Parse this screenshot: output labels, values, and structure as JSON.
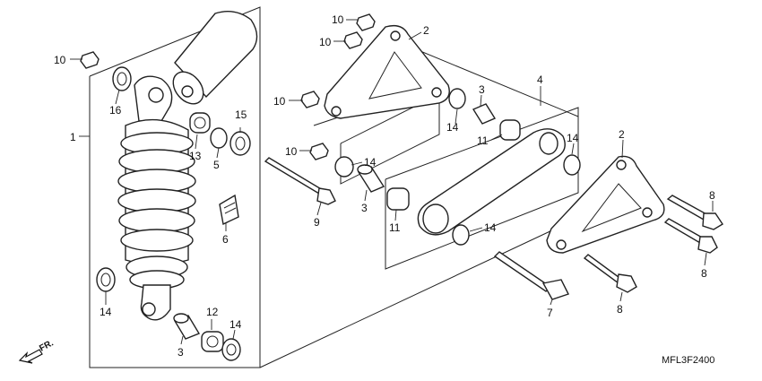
{
  "diagram": {
    "drawing_code": "MFL3F2400",
    "front_label": "FR.",
    "callouts": [
      {
        "id": "c10a",
        "text": "10"
      },
      {
        "id": "c16",
        "text": "16"
      },
      {
        "id": "c1",
        "text": "1"
      },
      {
        "id": "c13",
        "text": "13"
      },
      {
        "id": "c15",
        "text": "15"
      },
      {
        "id": "c5",
        "text": "5"
      },
      {
        "id": "c6",
        "text": "6"
      },
      {
        "id": "c14a",
        "text": "14"
      },
      {
        "id": "c12",
        "text": "12"
      },
      {
        "id": "c14b",
        "text": "14"
      },
      {
        "id": "c3a",
        "text": "3"
      },
      {
        "id": "c10b",
        "text": "10"
      },
      {
        "id": "c10c",
        "text": "10"
      },
      {
        "id": "c10d",
        "text": "10"
      },
      {
        "id": "c10e",
        "text": "10"
      },
      {
        "id": "c2a",
        "text": "2"
      },
      {
        "id": "c3b",
        "text": "3"
      },
      {
        "id": "c4",
        "text": "4"
      },
      {
        "id": "c14c",
        "text": "14"
      },
      {
        "id": "c11a",
        "text": "11"
      },
      {
        "id": "c14d",
        "text": "14"
      },
      {
        "id": "c14e",
        "text": "14"
      },
      {
        "id": "c9",
        "text": "9"
      },
      {
        "id": "c3c",
        "text": "3"
      },
      {
        "id": "c11b",
        "text": "11"
      },
      {
        "id": "c14f",
        "text": "14"
      },
      {
        "id": "c2b",
        "text": "2"
      },
      {
        "id": "c8a",
        "text": "8"
      },
      {
        "id": "c8b",
        "text": "8"
      },
      {
        "id": "c7",
        "text": "7"
      },
      {
        "id": "c8c",
        "text": "8"
      }
    ]
  }
}
